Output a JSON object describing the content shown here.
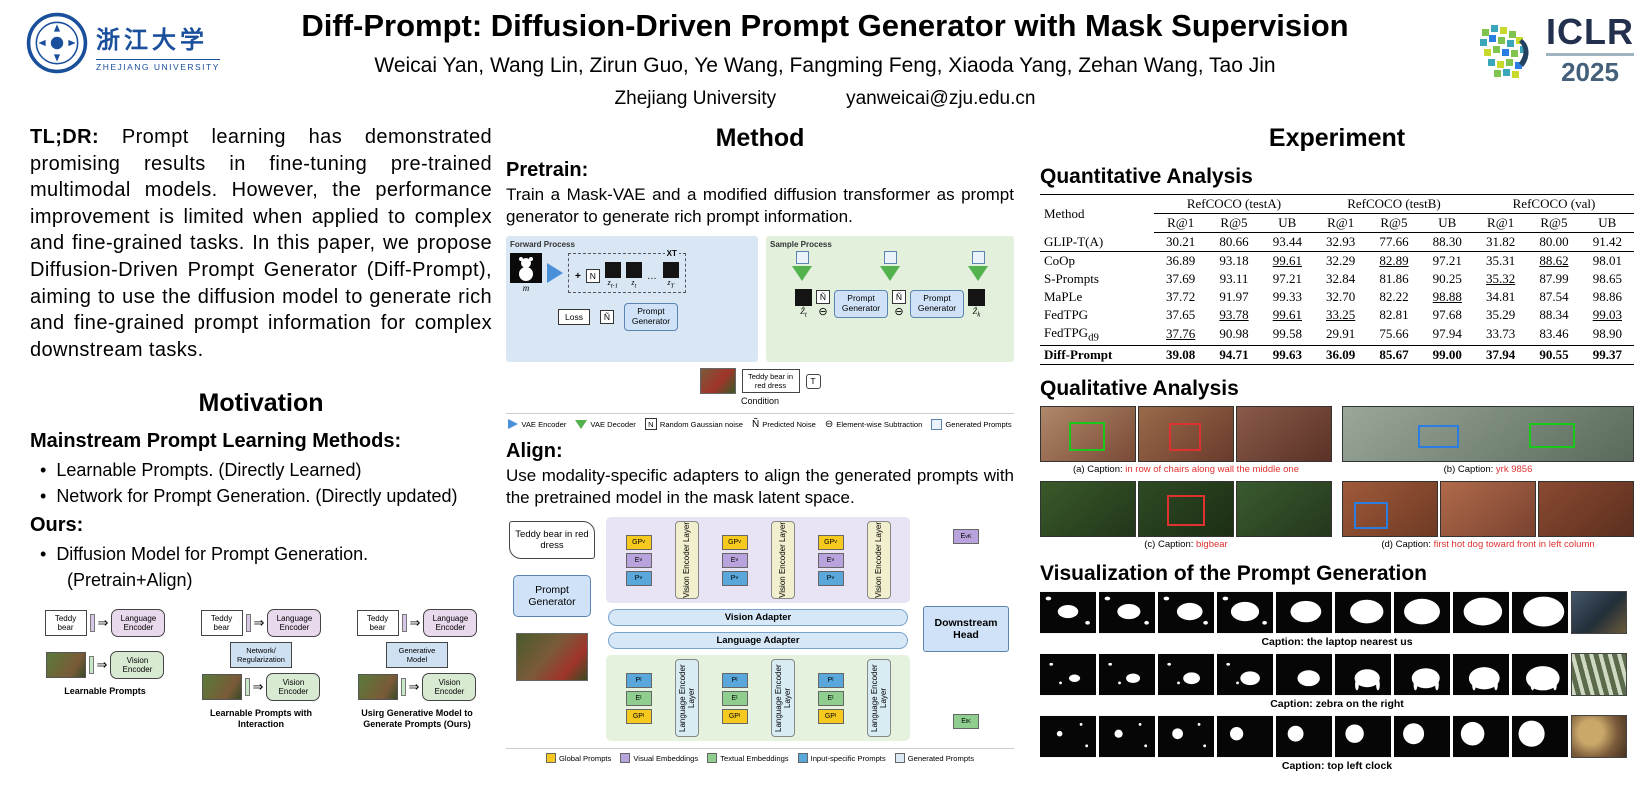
{
  "header": {
    "title": "Diff-Prompt: Diffusion-Driven Prompt Generator with Mask Supervision",
    "authors": "Weicai Yan, Wang Lin, Zirun Guo, Ye Wang, Fangming Feng, Xiaoda Yang, Zehan Wang, Tao Jin",
    "affiliation": "Zhejiang University",
    "email": "yanweicai@zju.edu.cn",
    "university_cn": "浙江大学",
    "university_en": "ZHEJIANG UNIVERSITY",
    "conference": "ICLR",
    "conference_year": "2025"
  },
  "tldr": {
    "label": "TL;DR:",
    "text": "Prompt learning has demonstrated promising results in fine-tuning pre-trained multimodal models. However, the performance improvement is limited when applied to complex and fine-grained tasks. In this paper, we propose Diffusion-Driven Prompt Generator (Diff-Prompt), aiming to use the diffusion model to generate rich and fine-grained prompt information for complex downstream tasks."
  },
  "motivation": {
    "heading": "Motivation",
    "subheading": "Mainstream Prompt Learning Methods:",
    "bullets": [
      "Learnable Prompts. (Directly Learned)",
      "Network for Prompt Generation. (Directly updated)"
    ],
    "ours_label": "Ours:",
    "ours_bullet_line1": "Diffusion Model for Prompt Generation.",
    "ours_bullet_line2": "(Pretrain+Align)",
    "diagrams": [
      {
        "text_box": "Teddy bear",
        "lang": "Language Encoder",
        "vision": "Vision Encoder",
        "middle": "",
        "caption": "Learnable Prompts"
      },
      {
        "text_box": "Teddy bear",
        "lang": "Language Encoder",
        "vision": "Vision Encoder",
        "middle": "Network/ Regularization",
        "caption": "Learnable Prompts with Interaction"
      },
      {
        "text_box": "Teddy bear",
        "lang": "Language Encoder",
        "vision": "Vision Encoder",
        "middle": "Generative Model",
        "caption": "Usirg Generative Model to Generate Prompts (Ours)"
      }
    ]
  },
  "method": {
    "heading": "Method",
    "pretrain_label": "Pretrain:",
    "pretrain_text": "Train a Mask-VAE and a modified diffusion transformer as prompt generator to generate rich prompt information.",
    "align_label": "Align:",
    "align_text": "Use modality-specific adapters to align the generated prompts with the pretrained model in the mask latent space.",
    "pretrain_diagram": {
      "forward_label": "Forward Process",
      "sample_label": "Sample Process",
      "xt_tag": "XT",
      "m_label": "m",
      "plus": "+",
      "noise_symbol": "N",
      "pred_noise_symbol": "Ñ",
      "loss_label": "Loss",
      "prompt_generator": "Prompt Generator",
      "ellipsis": "…",
      "minus_symbol": "⊖",
      "z_labels": [
        {
          "base": "z",
          "sub": "t-1"
        },
        {
          "base": "z",
          "sub": "t"
        },
        {
          "base": "z",
          "sub": "T"
        }
      ],
      "z_hat_t": {
        "base": "Ẑ",
        "sub": "t"
      },
      "z_hat_k": {
        "base": "Ẑ",
        "sub": "k"
      },
      "teddy_text": "Teddy bear in red dress",
      "t_symbol": "T",
      "condition_label": "Condition",
      "legend": [
        {
          "swatch": "sw-tri-blue",
          "label": "VAE Encoder"
        },
        {
          "swatch": "sw-tri-green",
          "label": "VAE Decoder"
        },
        {
          "swatch": "sw-n-box",
          "symbol": "N",
          "label": "Random Gaussian noise"
        },
        {
          "swatch": "sw-sym",
          "symbol": "Ñ",
          "label": "Predicted Noise"
        },
        {
          "swatch": "sw-sym",
          "symbol": "⊖",
          "label": "Element-wise Subtraction"
        },
        {
          "swatch": "sw-gen-box",
          "label": "Generated Prompts"
        }
      ]
    },
    "align_diagram": {
      "input_text": "Teddy bear in red dress",
      "prompt_generator": "Prompt Generator",
      "vision_layer": "Vision Encoder Layer",
      "language_layer": "Language Encoder Layer",
      "vision_adapter": "Vision Adapter",
      "language_adapter": "Language Adapter",
      "downstream": "Downstream Head",
      "gp_v": {
        "base": "GP",
        "sup": "v"
      },
      "e_v": {
        "base": "E",
        "sup": "v"
      },
      "p_v": {
        "base": "P",
        "sup": "v"
      },
      "p_l": {
        "base": "P",
        "sup": "l"
      },
      "e_l": {
        "base": "E",
        "sup": "l"
      },
      "gp_l": {
        "base": "GP",
        "sup": "l"
      },
      "e_v_k": {
        "base": "E",
        "sup": "v",
        "sub": "K"
      },
      "e_l_k": {
        "base": "E",
        "sup": "l",
        "sub": "K"
      },
      "legend": [
        {
          "color": "#f6c91e",
          "label": "Global Prompts"
        },
        {
          "color": "#b9a3dc",
          "label": "Visual Embeddings"
        },
        {
          "color": "#8fce8f",
          "label": "Textual Embeddings"
        },
        {
          "color": "#5aa7dc",
          "label": "Input-specific Prompts"
        },
        {
          "color": "#ddeaf6",
          "label": "Generated Prompts"
        }
      ]
    }
  },
  "experiment": {
    "heading": "Experiment",
    "quantitative_heading": "Quantitative Analysis",
    "table": {
      "method_col": "Method",
      "groups": [
        "RefCOCO (testA)",
        "RefCOCO (testB)",
        "RefCOCO (val)"
      ],
      "metrics": [
        "R@1",
        "R@5",
        "UB"
      ],
      "rows": [
        {
          "method": "GLIP-T(A)",
          "values": [
            "30.21",
            "80.66",
            "93.44",
            "32.93",
            "77.66",
            "88.30",
            "31.82",
            "80.00",
            "91.42"
          ],
          "underline": []
        },
        {
          "method": "CoOp",
          "section_break": true,
          "values": [
            "36.89",
            "93.18",
            "99.61",
            "32.29",
            "82.89",
            "97.21",
            "35.31",
            "88.62",
            "98.01"
          ],
          "underline": [
            2,
            4,
            7
          ]
        },
        {
          "method": "S-Prompts",
          "values": [
            "37.69",
            "93.11",
            "97.21",
            "32.84",
            "81.86",
            "90.25",
            "35.32",
            "87.99",
            "98.65"
          ],
          "underline": [
            6
          ]
        },
        {
          "method": "MaPLe",
          "values": [
            "37.72",
            "91.97",
            "99.33",
            "32.70",
            "82.22",
            "98.88",
            "34.81",
            "87.54",
            "98.86"
          ],
          "underline": [
            5
          ]
        },
        {
          "method": "FedTPG",
          "values": [
            "37.65",
            "93.78",
            "99.61",
            "33.25",
            "82.81",
            "97.68",
            "35.29",
            "88.34",
            "99.03"
          ],
          "underline": [
            1,
            2,
            3,
            8
          ]
        },
        {
          "method": "FedTPG",
          "method_sub": "d9",
          "values": [
            "37.76",
            "90.98",
            "99.58",
            "29.91",
            "75.66",
            "97.94",
            "33.73",
            "83.46",
            "98.90"
          ],
          "underline": [
            0
          ]
        },
        {
          "method": "Diff-Prompt",
          "section_break": true,
          "bold": true,
          "values": [
            "39.08",
            "94.71",
            "99.63",
            "36.09",
            "85.67",
            "99.00",
            "37.94",
            "90.55",
            "99.37"
          ],
          "underline": []
        }
      ]
    },
    "qualitative_heading": "Qualitative Analysis",
    "qual_items": [
      {
        "label": "(a) Caption:",
        "caption": "in row of chairs along wall the middle one"
      },
      {
        "label": "(b) Caption:",
        "caption": "yrk 9856"
      },
      {
        "label": "(c) Caption:",
        "caption": "bigbear"
      },
      {
        "label": "(d) Caption:",
        "caption": "first hot dog toward front in left column"
      }
    ],
    "visualization_heading": "Visualization of the Prompt Generation",
    "vis_rows": [
      {
        "caption": "Caption: the laptop nearest us"
      },
      {
        "caption": "Caption: zebra on the right"
      },
      {
        "caption": "Caption: top left clock"
      }
    ]
  }
}
